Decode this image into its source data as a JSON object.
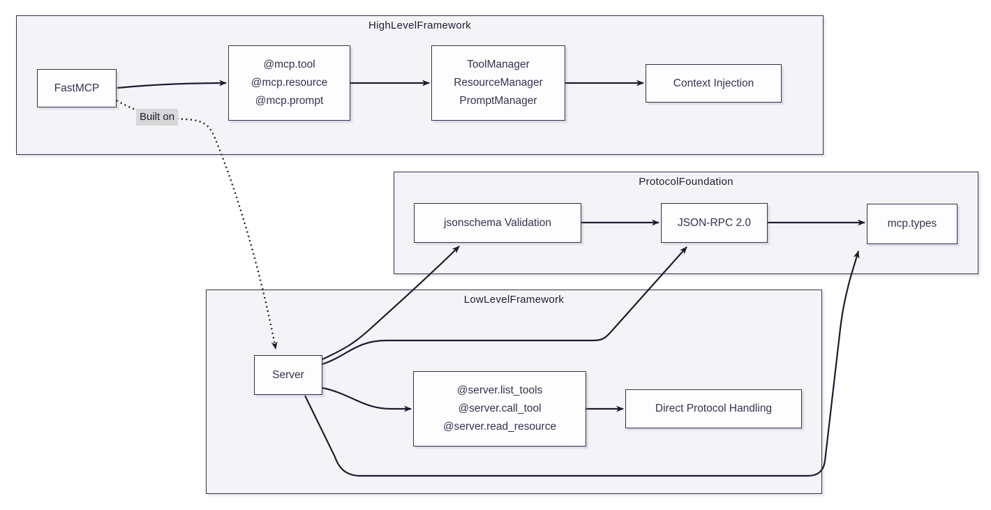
{
  "clusters": {
    "high_level": {
      "title": "HighLevelFramework"
    },
    "protocol_foundation": {
      "title": "ProtocolFoundation"
    },
    "low_level": {
      "title": "LowLevelFramework"
    }
  },
  "nodes": {
    "fastmcp": {
      "label": "FastMCP"
    },
    "mcp_decorators": {
      "lines": [
        "@mcp.tool",
        "@mcp.resource",
        "@mcp.prompt"
      ]
    },
    "managers": {
      "lines": [
        "ToolManager",
        "ResourceManager",
        "PromptManager"
      ]
    },
    "context_injection": {
      "label": "Context Injection"
    },
    "jsonschema_validation": {
      "label": "jsonschema Validation"
    },
    "json_rpc": {
      "label": "JSON-RPC 2.0"
    },
    "mcp_types": {
      "label": "mcp.types"
    },
    "server": {
      "label": "Server"
    },
    "server_decorators": {
      "lines": [
        "@server.list_tools",
        "@server.call_tool",
        "@server.read_resource"
      ]
    },
    "direct_protocol": {
      "label": "Direct Protocol Handling"
    }
  },
  "edges": {
    "built_on_label": "Built on"
  },
  "colors": {
    "cluster_fill": "#f4f4f8",
    "cluster_border": "#2e2e4c",
    "node_fill": "#fdfdff",
    "node_border": "#2e2e4c",
    "node_text": "#33334d",
    "title_text": "#1c1c2e",
    "edge": "#1c1c2e",
    "label_bg": "#d7d7d7"
  }
}
